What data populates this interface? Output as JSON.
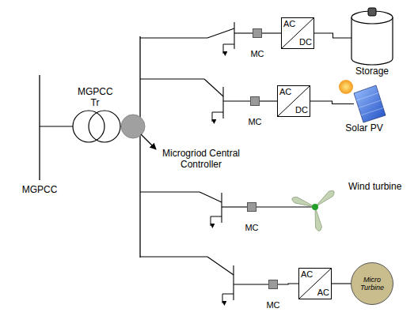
{
  "diagram": {
    "nodes": [
      {
        "text": [
          "MC"
        ]
      },
      {
        "text": [
          "AC",
          "DC"
        ]
      },
      {
        "text": [
          "Storage"
        ]
      },
      {
        "text": [
          "MC"
        ]
      },
      {
        "text": [
          "AC",
          "DC"
        ]
      },
      {
        "text": [
          "Solar PV"
        ]
      },
      {
        "text": [
          "MC"
        ]
      },
      {
        "text": [
          "Wind turbine"
        ]
      },
      {
        "text": [
          "MC"
        ]
      },
      {
        "text": [
          "AC",
          "AC"
        ]
      },
      {
        "text": [
          "Micro Turbine"
        ]
      }
    ],
    "edges": [
      {
        "from": 0,
        "to": 1,
        "arrow": "none"
      },
      {
        "from": 1,
        "to": 2,
        "arrow": "none"
      },
      {
        "from": 3,
        "to": 4,
        "arrow": "none"
      },
      {
        "from": 4,
        "to": 5,
        "arrow": "none"
      },
      {
        "from": 6,
        "to": 7,
        "arrow": "none"
      },
      {
        "from": 8,
        "to": 9,
        "arrow": "none"
      },
      {
        "from": 9,
        "to": 10,
        "arrow": "none"
      }
    ],
    "labels": [
      "MGPCC Tr",
      "Microgriod Central Controller",
      "MGPCC"
    ]
  }
}
